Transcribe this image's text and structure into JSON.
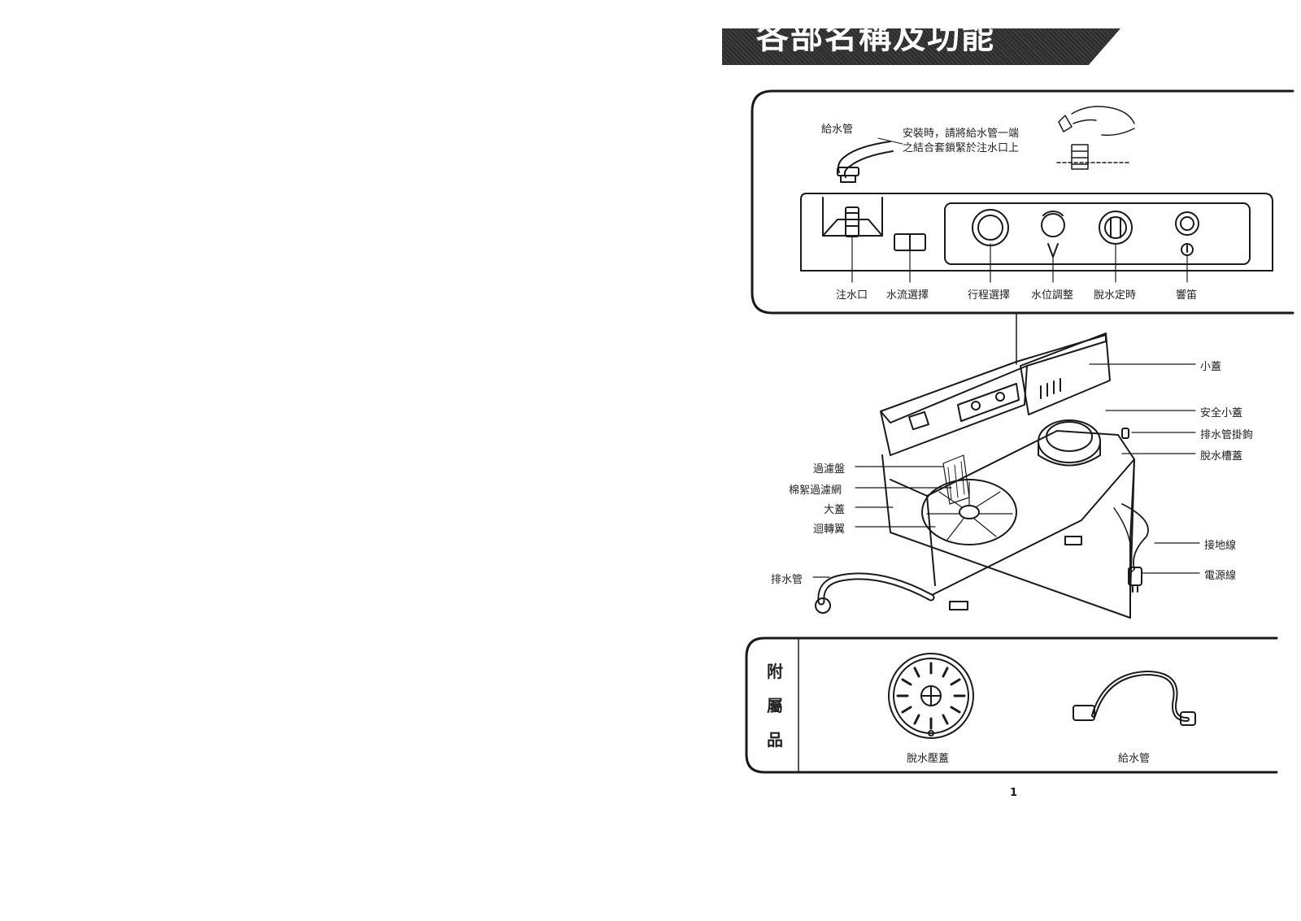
{
  "header": {
    "title": "各部名稱及功能"
  },
  "control_panel": {
    "hose_label": "給水管",
    "install_note_line1": "安裝時，請將給水管一端",
    "install_note_line2": "之結合套鎖緊於注水口上",
    "labels": {
      "inlet": "注水口",
      "flow_select": "水流選擇",
      "program_select": "行程選擇",
      "water_level": "水位調整",
      "spin_timer": "脫水定時",
      "buzzer": "響笛"
    }
  },
  "machine": {
    "labels_right": {
      "small_lid": "小蓋",
      "safety_lid": "安全小蓋",
      "drain_hook": "排水管掛鉤",
      "spin_tub_lid": "脫水槽蓋",
      "ground_wire": "接地線",
      "power_cord": "電源線"
    },
    "labels_left": {
      "filter_plate": "過濾盤",
      "lint_filter": "棉絮過濾網",
      "large_lid": "大蓋",
      "pulsator": "迴轉翼",
      "drain_hose": "排水管"
    }
  },
  "accessories": {
    "heading_chars": [
      "附",
      "屬",
      "品"
    ],
    "items": {
      "spin_cover": "脫水壓蓋",
      "inlet_hose": "給水管"
    }
  },
  "page_number": "1"
}
